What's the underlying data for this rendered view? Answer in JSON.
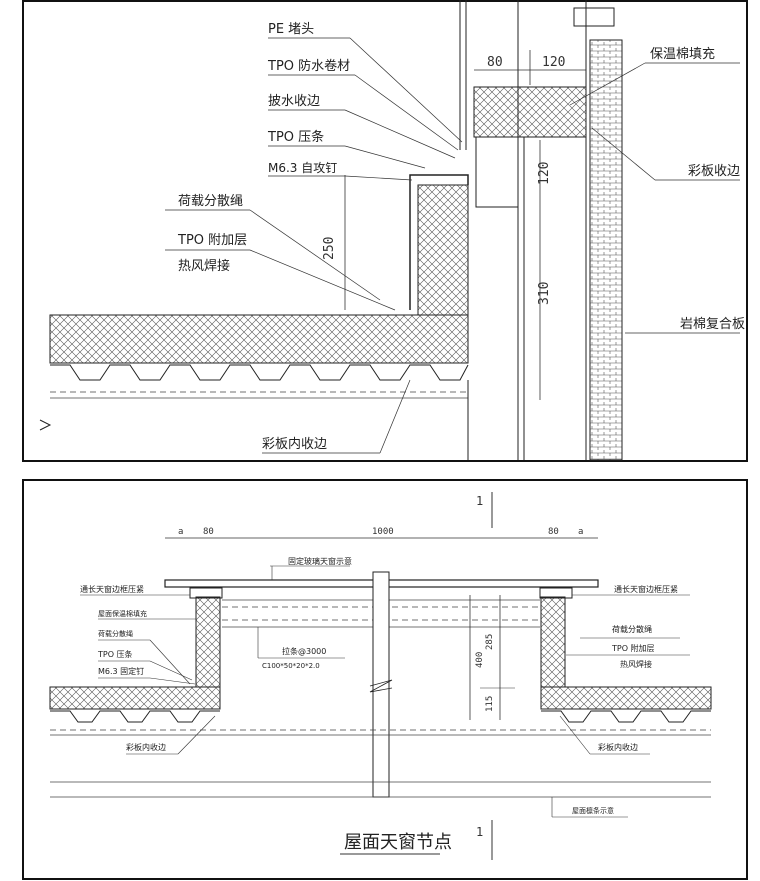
{
  "top_detail": {
    "labels": {
      "pe_plug": "PE 堵头",
      "tpo_membrane": "TPO 防水卷材",
      "flashing_edge": "披水收边",
      "tpo_strip": "TPO 压条",
      "screw": "M6.3  自攻钉",
      "load_rope": "荷载分散绳",
      "tpo_extra": "TPO 附加层",
      "hot_air_weld": "热风焊接",
      "insulation_fill": "保温棉填充",
      "panel_edge": "彩板收边",
      "rockwool_panel": "岩棉复合板",
      "inner_edge": "彩板内收边"
    },
    "dims": {
      "d80": "80",
      "d120_top": "120",
      "d120_side": "120",
      "d310": "310",
      "d250": "250"
    }
  },
  "bottom_detail": {
    "title": "屋面天窗节点",
    "section_mark": "1",
    "labels": {
      "glass_panel": "固定玻璃天窗示意",
      "left_cap": "通长天窗边框压紧",
      "right_cap": "通长天窗边框压紧",
      "insulation": "屋面保温棉填充",
      "left_load_rope": "荷载分散绳",
      "left_tpo_strip": "TPO 压条",
      "left_screw": "M6.3  固定钉",
      "right_load_rope": "荷载分散绳",
      "right_tpo_extra": "TPO 附加层",
      "right_weld": "热风焊接",
      "tie_bar": "拉条@3000",
      "channel": "C100*50*20*2.0",
      "left_inner_edge": "彩板内收边",
      "right_inner_edge": "彩板内收边",
      "purlin": "屋面檩条示意"
    },
    "dims": {
      "a_left": "a",
      "d80_left": "80",
      "d1000": "1000",
      "d80_right": "80",
      "a_right": "a",
      "d400": "400",
      "d285": "285",
      "d115": "115"
    }
  }
}
